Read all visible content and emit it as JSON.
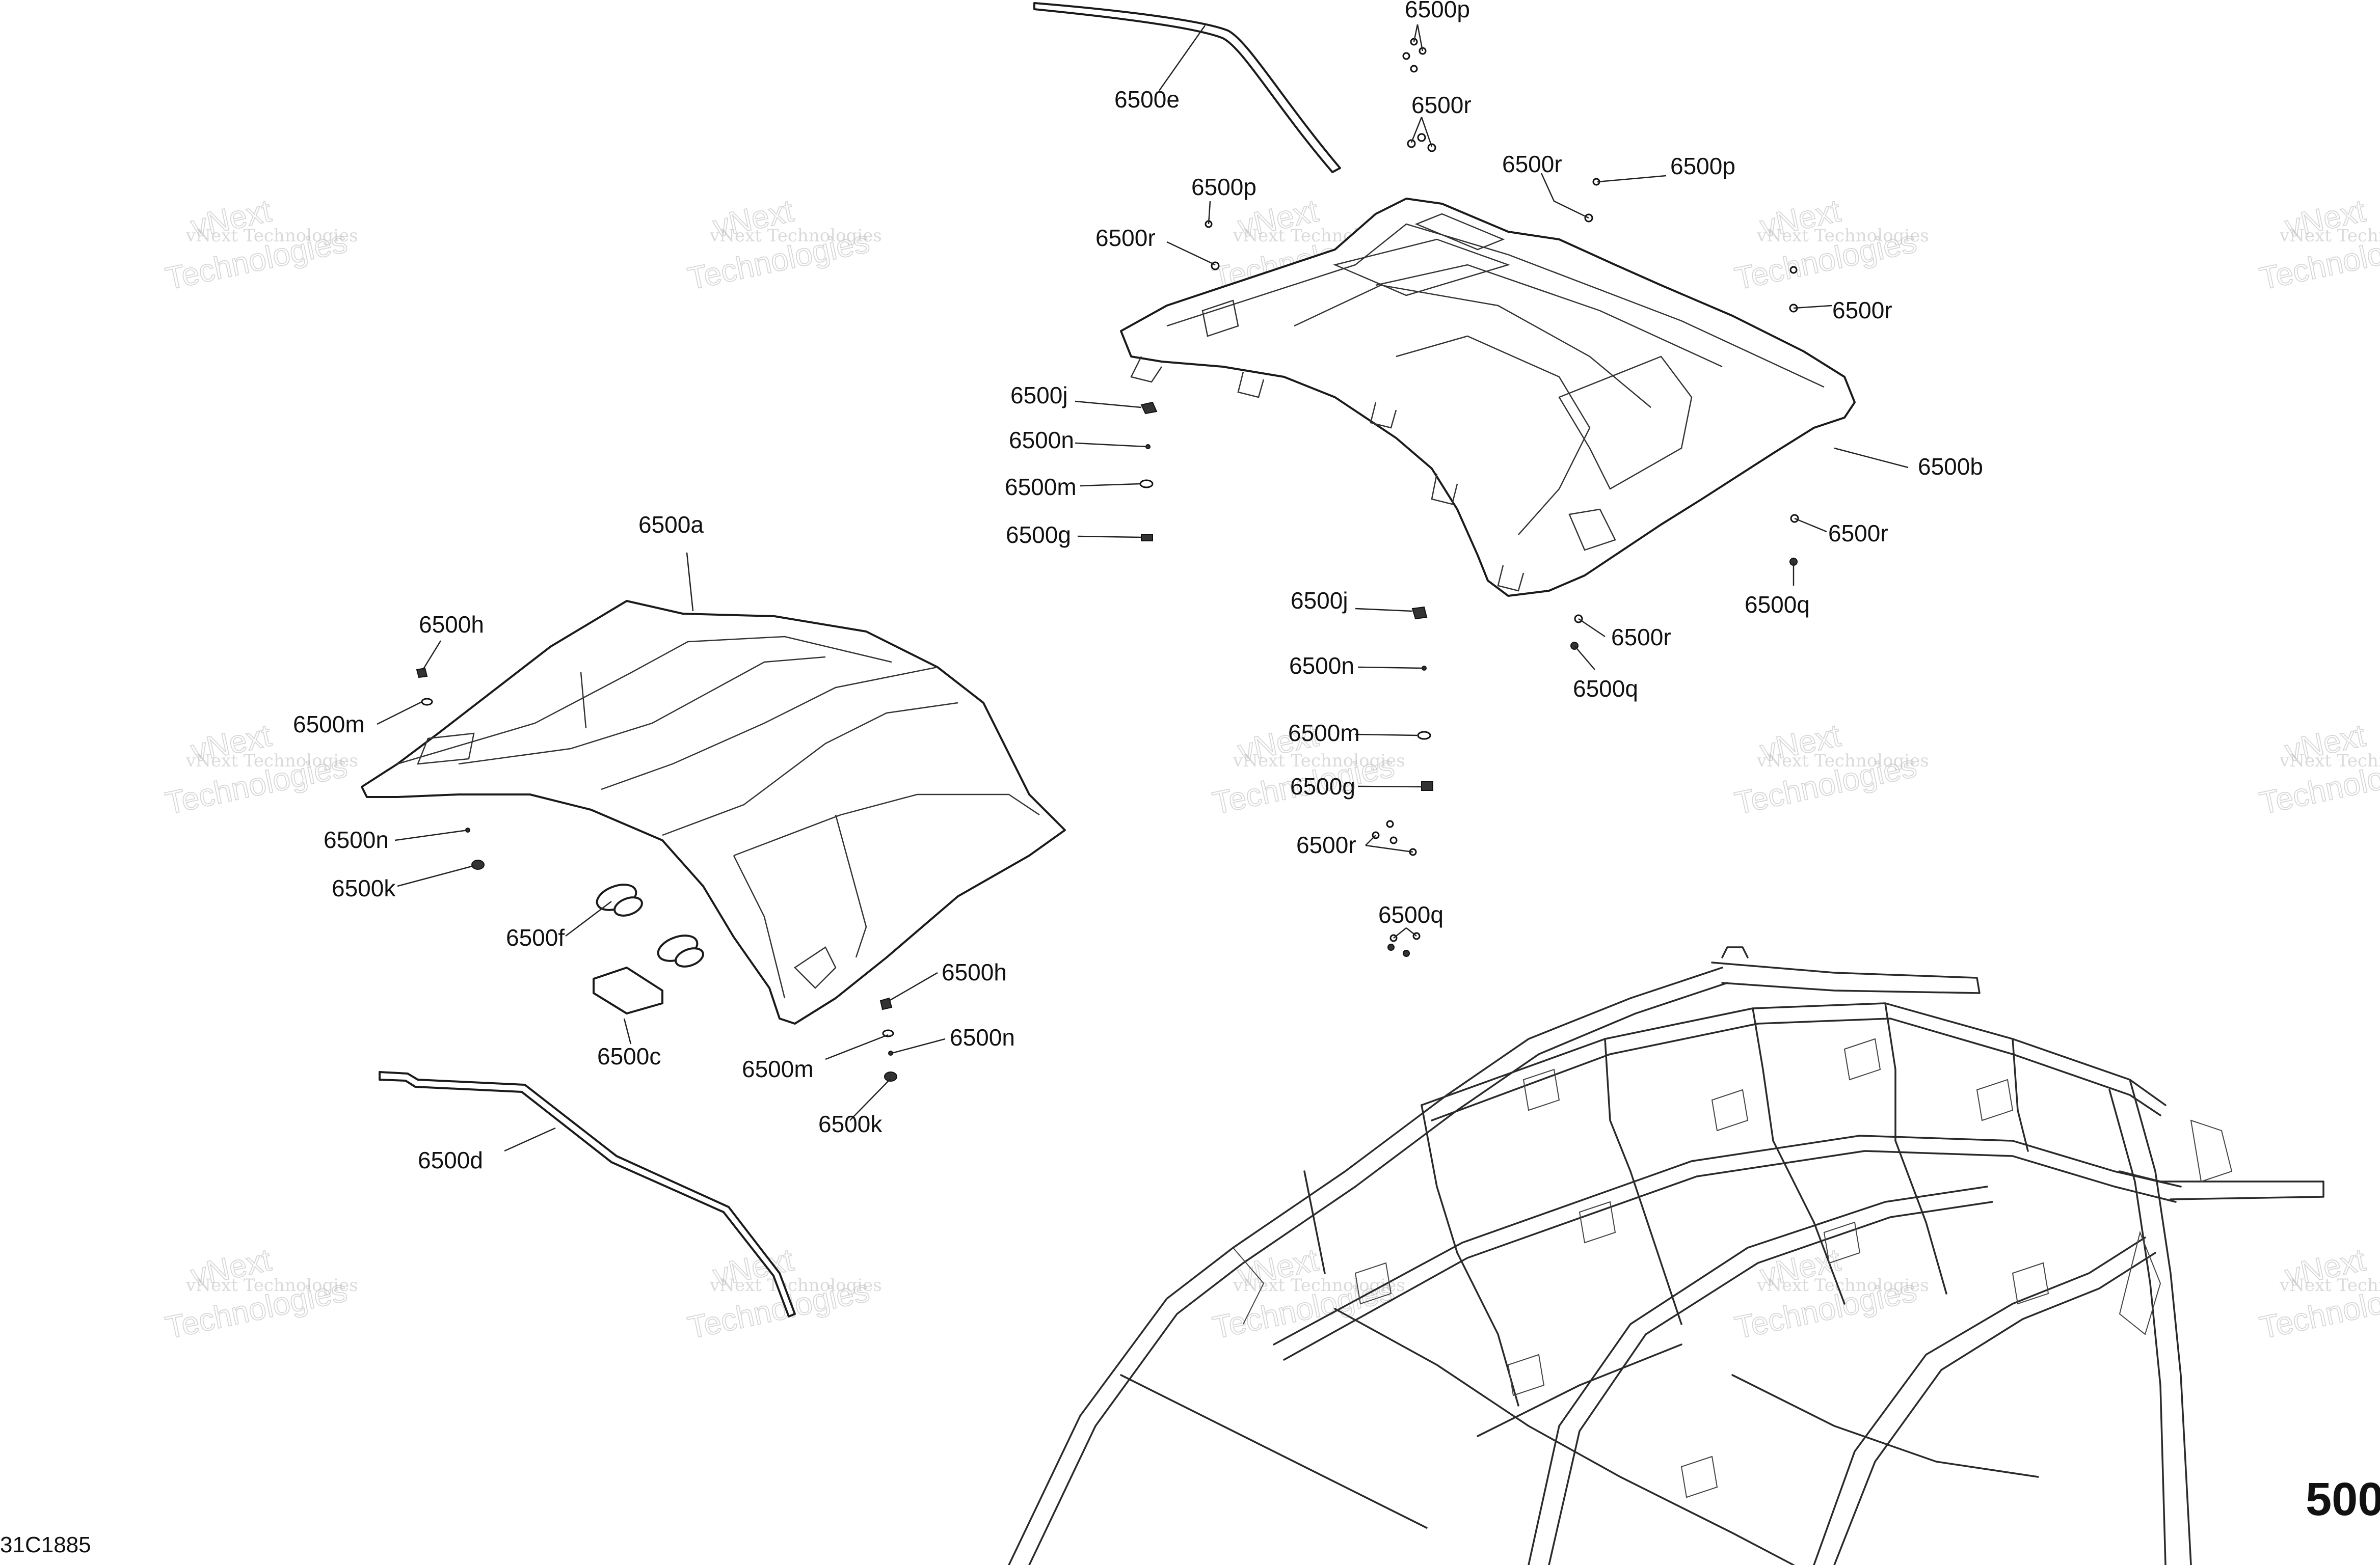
{
  "watermark": {
    "line1": "vNext Technologies",
    "line2": "vNext",
    "line3": "Technologies"
  },
  "labels": {
    "p_top": "6500p",
    "e": "6500e",
    "r_top": "6500r",
    "r_mid": "6500r",
    "p_right": "6500p",
    "p_left": "6500p",
    "r_left": "6500r",
    "r_right1": "6500r",
    "j_top": "6500j",
    "n_top": "6500n",
    "m_top": "6500m",
    "g_top": "6500g",
    "b": "6500b",
    "r_right2": "6500r",
    "q_right": "6500q",
    "j_mid": "6500j",
    "r_mid2": "6500r",
    "n_mid": "6500n",
    "q_mid": "6500q",
    "m_mid": "6500m",
    "g_mid": "6500g",
    "r_mid3": "6500r",
    "q_low": "6500q",
    "a": "6500a",
    "h_left": "6500h",
    "m_left": "6500m",
    "n_left": "6500n",
    "k_left": "6500k",
    "f": "6500f",
    "c": "6500c",
    "h_low": "6500h",
    "n_low": "6500n",
    "m_low": "6500m",
    "k_low": "6500k",
    "d": "6500d"
  },
  "page_number": "500",
  "figure_code": "31C1885"
}
